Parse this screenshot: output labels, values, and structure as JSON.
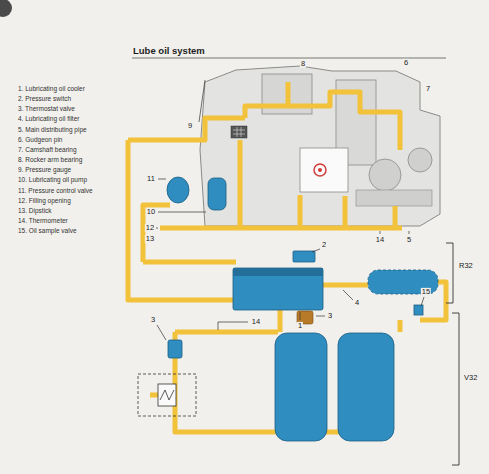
{
  "diagram": {
    "title": "Lube oil system",
    "labels": [
      "1. Lubricating oil cooler",
      "2. Pressure switch",
      "3. Thermostat valve",
      "4. Lubricating oil filter",
      "5. Main distributing pipe",
      "6. Gudgeon pin",
      "7. Camshaft bearing",
      "8. Rocker arm bearing",
      "9. Pressure gauge",
      "10. Lubricating oil pump",
      "11. Pressure control valve",
      "12. Filling opening",
      "13. Dipstick",
      "14. Thermometer",
      "15. Oil sample valve",
      "8",
      "6",
      "7",
      "9",
      "11",
      "10",
      "12",
      "13",
      "2",
      "14",
      "5",
      "R32",
      "1",
      "3",
      "4",
      "15",
      "3",
      "14",
      "V32"
    ]
  }
}
